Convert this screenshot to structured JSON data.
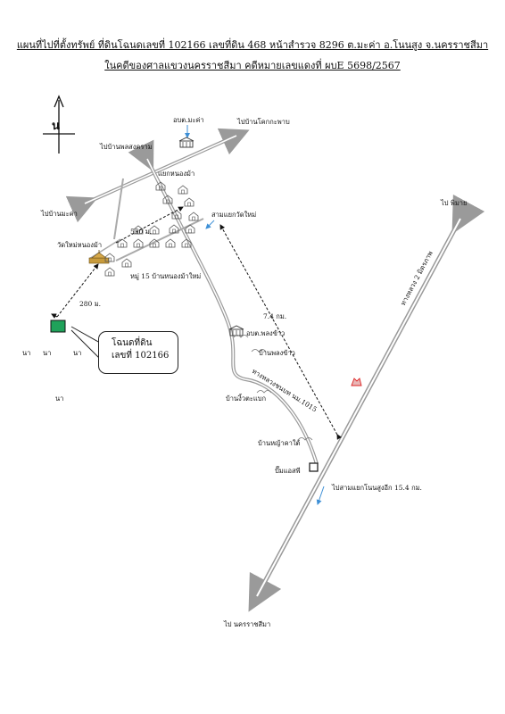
{
  "header": {
    "line1": "แผนที่ไปที่ตั้งทรัพย์ ที่ดินโฉนดเลขที่ 102166 เลขที่ดิน 468 หน้าสำรวจ 8296 ต.มะค่า อ.โนนสูง จ.นครราชสีมา",
    "line2": "ในคดีของศาลแขวงนครราชสีมา คดีหมายเลขแดงที่ ผบE 5698/2567"
  },
  "north": {
    "label": "น"
  },
  "places": {
    "obt_makha": "อบต.มะค่า",
    "to_khok_kra_phab": "ไปบ้านโคกกะพาบ",
    "to_phon_songkhram": "ไปบ้านพลสงคราม",
    "nong_ma_junction": "แยกหนองม้า",
    "to_makha": "ไปบ้านมะค่า",
    "distance_550": "550 ม.",
    "wat_mai_junction": "สามแยกวัดใหม่",
    "wat_mai_nong_ma": "วัดใหม่หนองม้า",
    "village_15": "หมู่ 15 บ้านหนองม้าใหม่",
    "distance_280": "280 ม.",
    "to_phimai": "ไป พิมาย",
    "highway_2": "ทางหลวง 2 มิตรภาพ",
    "distance_7km": "7.4 กม.",
    "obt_phlong_khao": "อบต.พลงข้าว",
    "ban_phlong_khao": "บ้านพลงข้าว",
    "route_1015": "ทางหลวงชนบท นม.1015",
    "ban_ngiew": "บ้านงิ้วตะแบก",
    "ban_ya_kha": "บ้านหญ้าคาใต้",
    "ptt_station": "ปั๊มแอสพี",
    "to_sam_yaek": "ไปสามแยกโนนสูงอีก 15.4 กม.",
    "to_nakhon": "ไป นครราชสีมา",
    "farm_1": "นา",
    "farm_2": "นา",
    "farm_3": "นา",
    "farm_4": "นา"
  },
  "plot": {
    "line1": "โฉนดที่ดิน",
    "line2": "เลขที่ 102166",
    "fill_color": "#1fa25a"
  },
  "colors": {
    "road": "#9a9a9a",
    "leader": "#3d8fd6"
  },
  "icons": {
    "building": "government-building-icon",
    "temple": "temple-icon",
    "house": "house-icon",
    "shell": "shell-logo-icon"
  }
}
